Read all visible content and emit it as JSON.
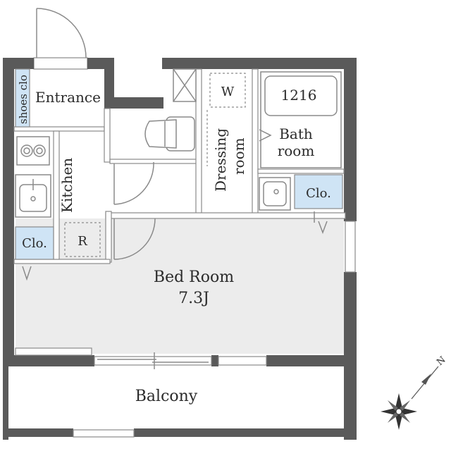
{
  "rooms": {
    "entrance": "Entrance",
    "shoes": "shoes clo",
    "kitchen": "Kitchen",
    "refrigerator": "R",
    "closet_left": "Clo.",
    "closet_right": "Clo.",
    "dressing_line1": "Dressing",
    "dressing_line2": "room",
    "washer": "W",
    "bath_unit": "1216",
    "bath_line1": "Bath",
    "bath_line2": "room",
    "bedroom_name": "Bed Room",
    "bedroom_size": "7.3J",
    "balcony": "Balcony"
  },
  "compass": {
    "north_label": "N"
  },
  "colors": {
    "wall": "#5a5a5a",
    "floor": "#ececec",
    "closet": "#cfe4f5",
    "line": "#8a8a8a"
  }
}
